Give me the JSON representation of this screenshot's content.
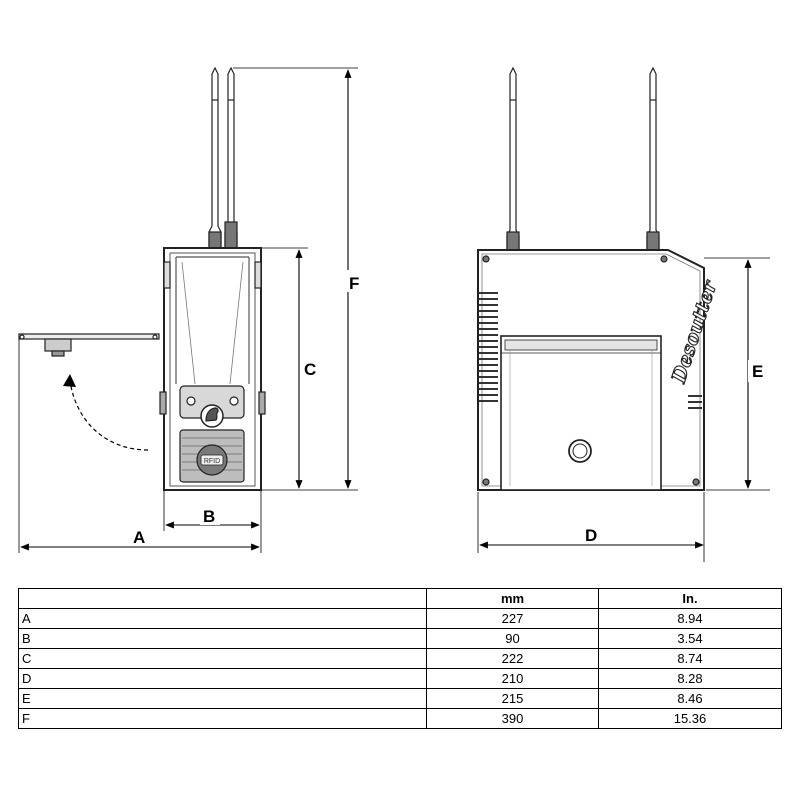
{
  "drawing": {
    "dimension_labels": {
      "a": "A",
      "b": "B",
      "c": "C",
      "d": "D",
      "e": "E",
      "f": "F"
    },
    "logo_text": "Desoutter",
    "rfid_text": "RFID"
  },
  "table": {
    "columns": [
      "",
      "mm",
      "In."
    ],
    "rows": [
      {
        "label": "A",
        "mm": "227",
        "inch": "8.94"
      },
      {
        "label": "B",
        "mm": "90",
        "inch": "3.54"
      },
      {
        "label": "C",
        "mm": "222",
        "inch": "8.74"
      },
      {
        "label": "D",
        "mm": "210",
        "inch": "8.28"
      },
      {
        "label": "E",
        "mm": "215",
        "inch": "8.46"
      },
      {
        "label": "F",
        "mm": "390",
        "inch": "15.36"
      }
    ]
  }
}
